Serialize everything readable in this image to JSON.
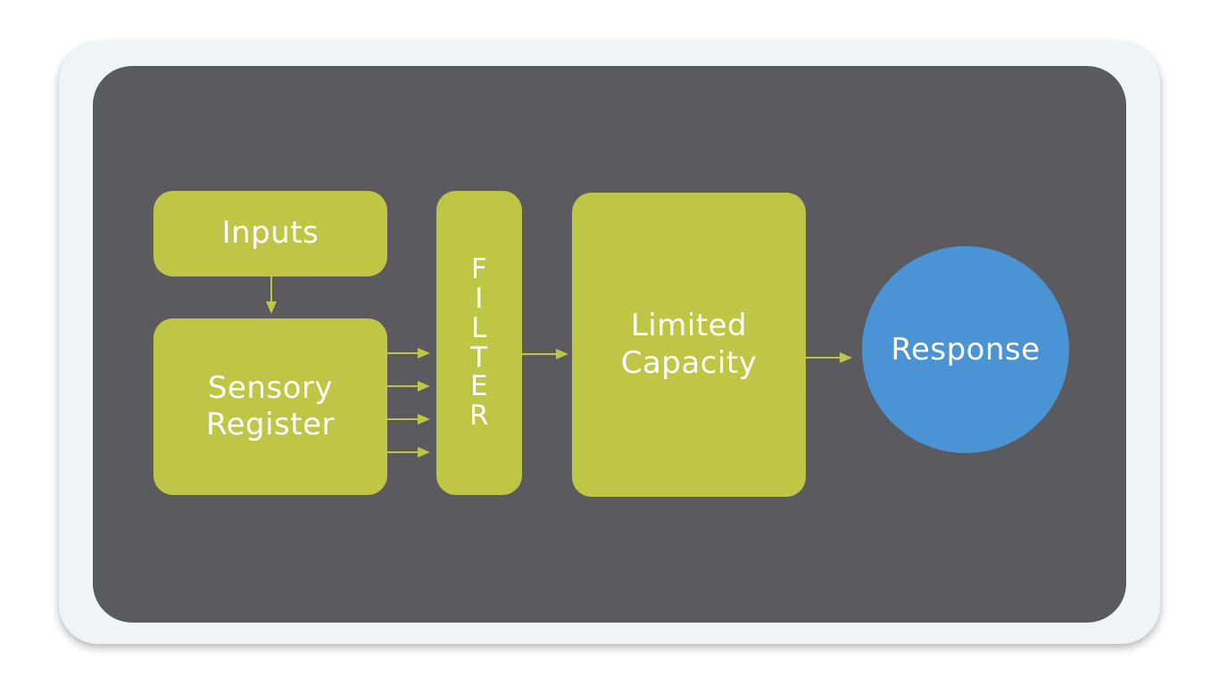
{
  "diagram": {
    "nodes": {
      "inputs": {
        "label": "Inputs"
      },
      "sensory_register": {
        "lines": [
          "Sensory",
          "Register"
        ]
      },
      "filter": {
        "letters": [
          "F",
          "I",
          "L",
          "T",
          "E",
          "R"
        ]
      },
      "limited_capacity": {
        "lines": [
          "Limited",
          "Capacity"
        ]
      },
      "response": {
        "label": "Response"
      }
    },
    "edges": [
      {
        "from": "inputs",
        "to": "sensory_register"
      },
      {
        "from": "sensory_register",
        "to": "filter",
        "count": 4
      },
      {
        "from": "filter",
        "to": "limited_capacity"
      },
      {
        "from": "limited_capacity",
        "to": "response"
      }
    ]
  },
  "colors": {
    "node_fill": "#bfc545",
    "response_fill": "#4a93d4",
    "panel": "#5b5a5f",
    "frame": "#f2f3f7",
    "arrow": "#bfc545",
    "text": "#ffffff"
  }
}
